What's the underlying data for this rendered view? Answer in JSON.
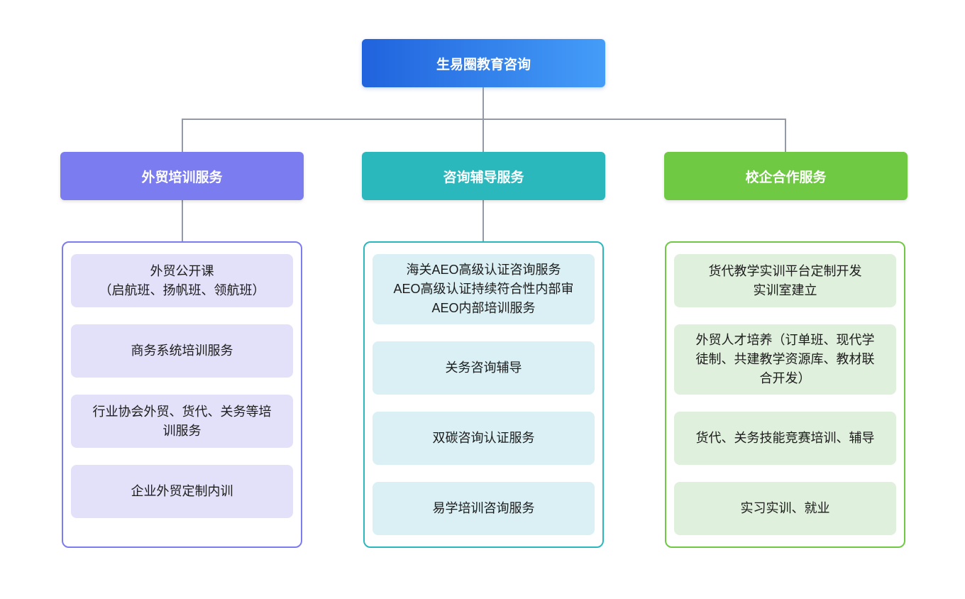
{
  "root": {
    "label": "生易圈教育咨询",
    "gradient_from": "#2063dd",
    "gradient_to": "#459df8"
  },
  "connector_color": "#939aa5",
  "branches": [
    {
      "id": "trade-training",
      "label": "外贸培训服务",
      "color": "#7b7cf0",
      "item_bg": "#e3e1f9",
      "items": [
        "外贸公开课\n（启航班、扬帆班、领航班）",
        "商务系统培训服务",
        "行业协会外贸、货代、关务等培训服务",
        "企业外贸定制内训"
      ]
    },
    {
      "id": "consulting-coaching",
      "label": "咨询辅导服务",
      "color": "#2bb8bd",
      "item_bg": "#daf0f4",
      "items": [
        "海关AEO高级认证咨询服务\nAEO高级认证持续符合性内部审\nAEO内部培训服务",
        "关务咨询辅导",
        "双碳咨询认证服务",
        "易学培训咨询服务"
      ]
    },
    {
      "id": "school-enterprise",
      "label": "校企合作服务",
      "color": "#70c943",
      "item_bg": "#dff0dc",
      "items": [
        "货代教学实训平台定制开发\n实训室建立",
        "外贸人才培养（订单班、现代学徒制、共建教学资源库、教材联合开发）",
        "货代、关务技能竞赛培训、辅导",
        "实习实训、就业"
      ]
    }
  ]
}
